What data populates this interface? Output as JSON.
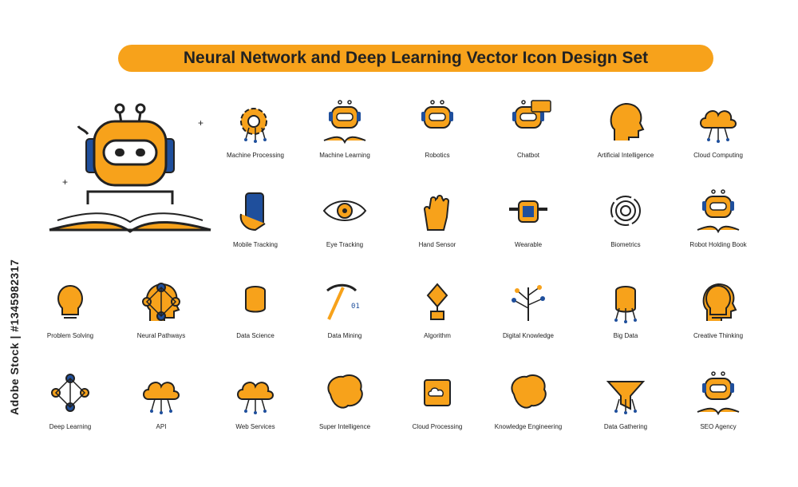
{
  "title": "Neural Network and Deep Learning Vector Icon Design Set",
  "side_text": "Adobe Stock | #1345982317",
  "colors": {
    "accent": "#f7a21b",
    "line": "#222222",
    "blue": "#1f4f9c"
  },
  "hero_icon": "robot-reading-book-icon",
  "rows": [
    [
      {
        "label": "Machine Processing",
        "icon": "gear-circuit-icon"
      },
      {
        "label": "Machine Learning",
        "icon": "robot-book-icon"
      },
      {
        "label": "Robotics",
        "icon": "robot-icon"
      },
      {
        "label": "Chatbot",
        "icon": "chatbot-icon"
      },
      {
        "label": "Artificial Intelligence",
        "icon": "ai-head-icon"
      },
      {
        "label": "Cloud Computing",
        "icon": "cloud-circuit-icon"
      }
    ],
    [
      {
        "label": "Mobile Tracking",
        "icon": "phone-hand-icon"
      },
      {
        "label": "Eye Tracking",
        "icon": "eye-icon"
      },
      {
        "label": "Hand Sensor",
        "icon": "hand-icon"
      },
      {
        "label": "Wearable",
        "icon": "smartwatch-icon"
      },
      {
        "label": "Biometrics",
        "icon": "fingerprint-icon"
      },
      {
        "label": "Robot Holding Book",
        "icon": "robot-book-icon"
      }
    ],
    [
      {
        "label": "Problem Solving",
        "icon": "bulb-puzzle-icon"
      },
      {
        "label": "Neural Pathways",
        "icon": "head-network-icon"
      },
      {
        "label": "Data Science",
        "icon": "database-atom-icon"
      },
      {
        "label": "Data Mining",
        "icon": "pickaxe-binary-icon"
      },
      {
        "label": "Algorithm",
        "icon": "flowchart-icon"
      },
      {
        "label": "Digital Knowledge",
        "icon": "circuit-tree-icon"
      },
      {
        "label": "Big Data",
        "icon": "database-network-icon"
      },
      {
        "label": "Creative Thinking",
        "icon": "head-bulb-icon"
      }
    ],
    [
      {
        "label": "Deep Learning",
        "icon": "network-nodes-icon"
      },
      {
        "label": "API",
        "icon": "cloud-gear-icon"
      },
      {
        "label": "Web Services",
        "icon": "cloud-wrench-icon"
      },
      {
        "label": "Super Intelligence",
        "icon": "brain-circuit-icon"
      },
      {
        "label": "Cloud Processing",
        "icon": "chip-cloud-icon"
      },
      {
        "label": "Knowledge Engineering",
        "icon": "brain-halves-icon"
      },
      {
        "label": "Data Gathering",
        "icon": "funnel-icon"
      },
      {
        "label": "SEO Agency",
        "icon": "robot-book-icon"
      }
    ]
  ]
}
